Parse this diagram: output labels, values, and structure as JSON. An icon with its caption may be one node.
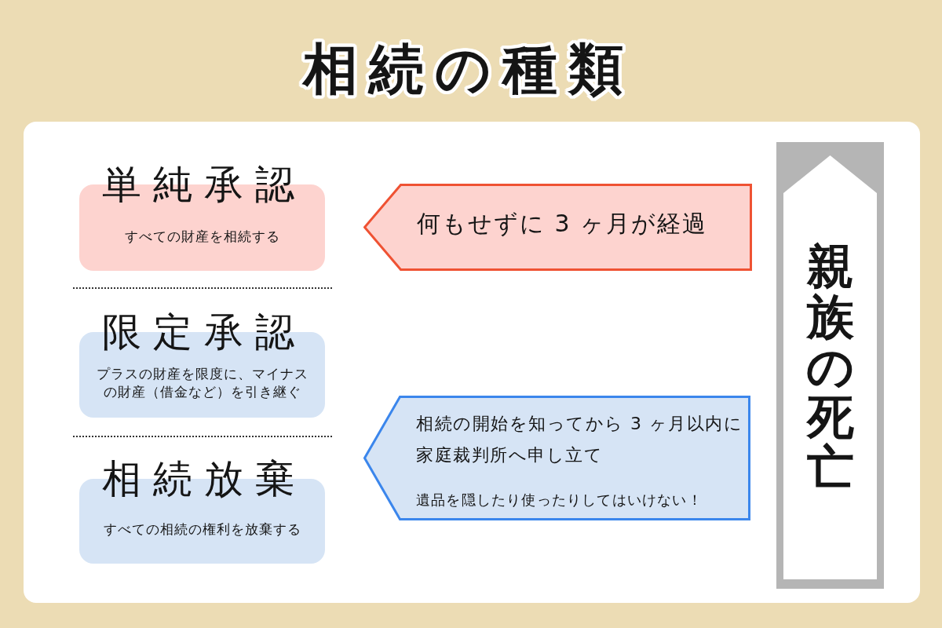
{
  "diagram": {
    "title": "相続の種類",
    "nodes": [
      {
        "text": [
          "単純承認",
          "すべての財産を相続する"
        ]
      },
      {
        "text": [
          "限定承認",
          "プラスの財産を限度に、マイナスの財産（借金など）を引き継ぐ"
        ]
      },
      {
        "text": [
          "相続放棄",
          "すべての相続の権利を放棄する"
        ]
      },
      {
        "text": [
          "何もせずに 3 ヶ月が経過"
        ]
      },
      {
        "text": [
          "相続の開始を知ってから 3 ヶ月以内に家庭裁判所へ申し立て",
          "遺品を隠したり使ったりしてはいけない！"
        ]
      },
      {
        "text": [
          "親族の死亡"
        ]
      }
    ]
  }
}
